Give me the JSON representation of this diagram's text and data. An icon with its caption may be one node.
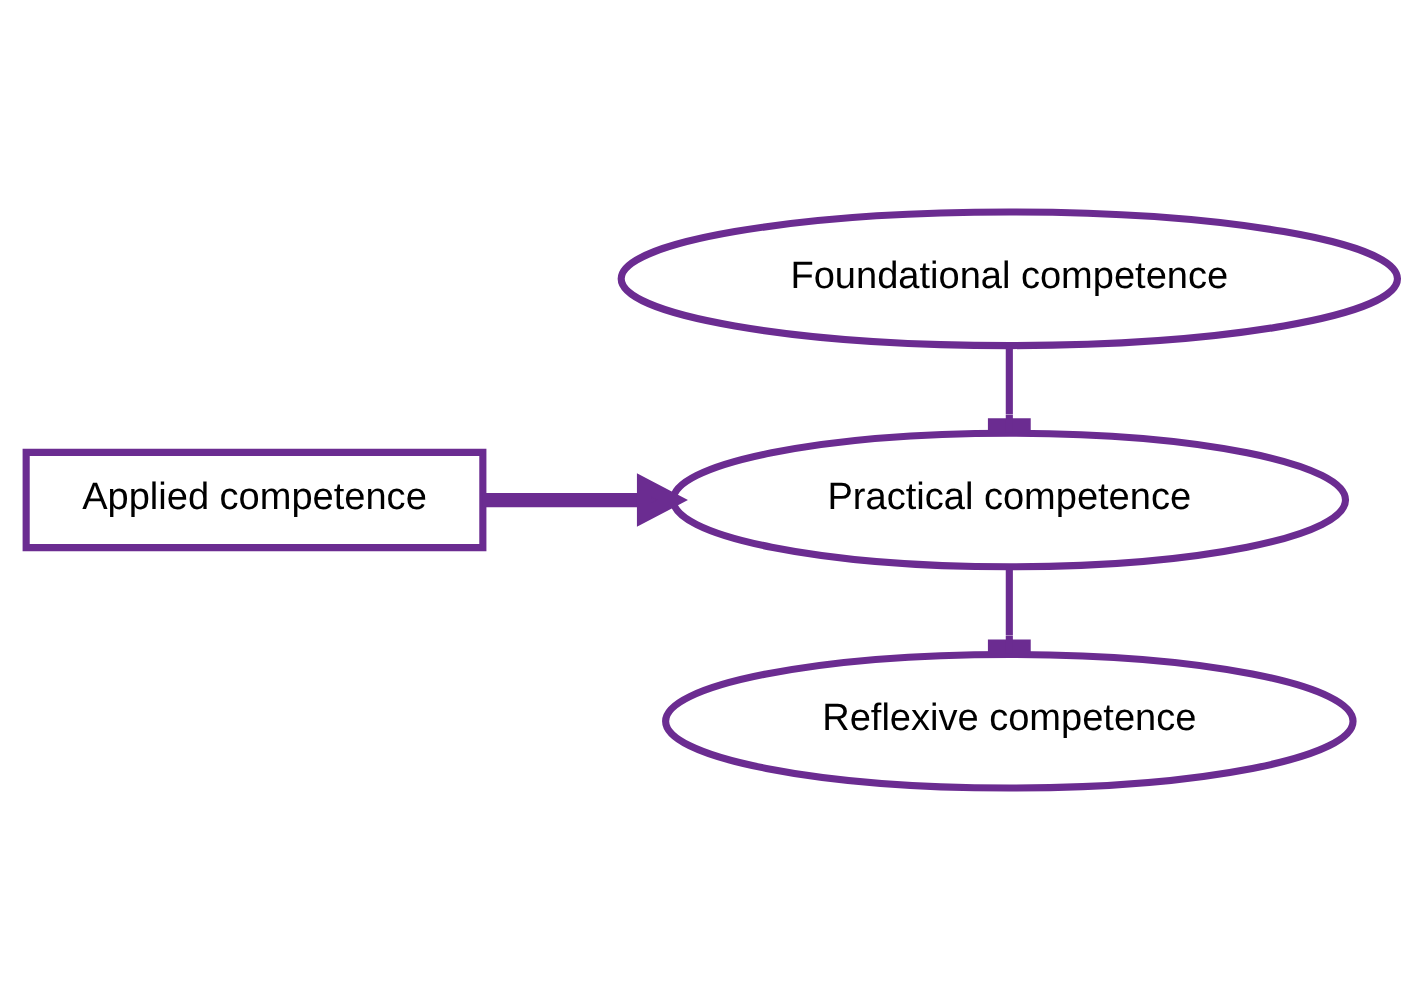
{
  "diagram": {
    "nodes": [
      {
        "text": [
          "Applied competence"
        ]
      },
      {
        "text": [
          "Foundational competence"
        ]
      },
      {
        "text": [
          "Practical competence"
        ]
      },
      {
        "text": [
          "Reflexive competence"
        ]
      }
    ],
    "edges": [
      {
        "from": 0,
        "to": 2,
        "arrow": "to",
        "style": "thick"
      },
      {
        "from": 1,
        "to": 2,
        "arrow": "other"
      },
      {
        "from": 2,
        "to": 3,
        "arrow": "other"
      }
    ]
  }
}
